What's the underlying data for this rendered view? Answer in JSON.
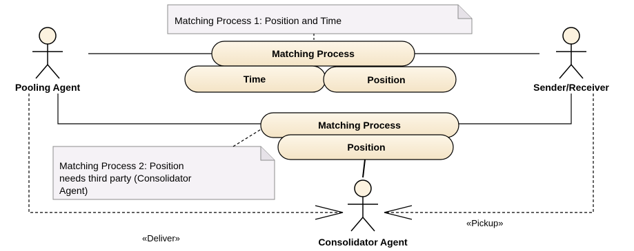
{
  "notes": {
    "note1": {
      "line1": "Matching Process 1: Position and Time"
    },
    "note2": {
      "line1": "Matching Process 2: Position",
      "line2": "needs third party (Consolidator",
      "line3": "Agent)"
    }
  },
  "use_cases": {
    "matching_process_top": "Matching Process",
    "time": "Time",
    "position_top": "Position",
    "matching_process_bottom": "Matching Process",
    "position_bottom": "Position"
  },
  "actors": {
    "pooling_agent": "Pooling Agent",
    "sender_receiver": "Sender/Receiver",
    "consolidator_agent": "Consolidator Agent"
  },
  "relations": {
    "deliver": "«Deliver»",
    "pickup": "«Pickup»"
  },
  "colors": {
    "use_case_fill": "#fcf2df",
    "note_fill": "#f5f2f6",
    "actor_head_fill": "#fcf2df",
    "line": "#000000"
  }
}
